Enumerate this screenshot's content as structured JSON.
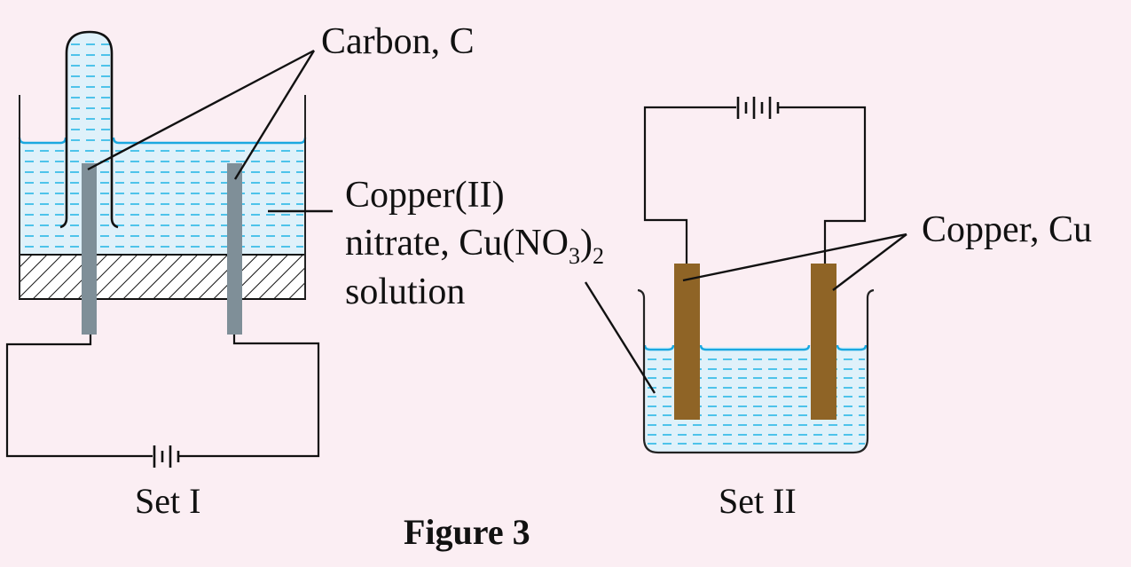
{
  "figure": {
    "caption": "Figure 3"
  },
  "set1": {
    "caption": "Set I",
    "electrode_label": "Carbon, C",
    "solution_label_line1": "Copper(II)",
    "solution_label_line2_prefix": "nitrate, Cu(NO",
    "solution_label_sub3": "3",
    "solution_label_close": ")",
    "solution_label_sub2": "2",
    "solution_label_line3": "solution",
    "battery_cells": 1
  },
  "set2": {
    "caption": "Set II",
    "electrode_label": "Copper, Cu",
    "battery_cells": 2
  },
  "colors": {
    "background": "#fbeef3",
    "solution": "#dff1fa",
    "solution_surface": "#1aa8e0",
    "carbon_electrode": "#7f8f98",
    "copper_electrode": "#8f6426"
  }
}
